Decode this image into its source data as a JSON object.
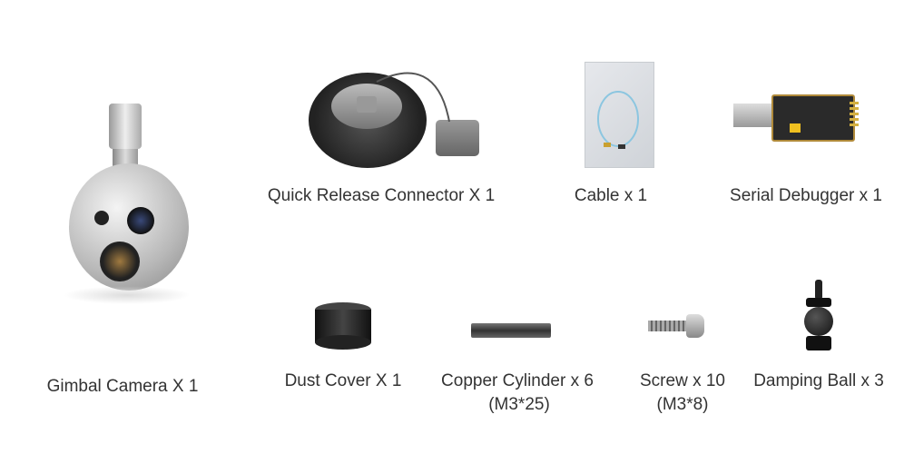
{
  "items": [
    {
      "label": "Gimbal Camera X 1"
    },
    {
      "label": "Quick Release Connector X 1"
    },
    {
      "label": "Cable x 1"
    },
    {
      "label": "Serial Debugger x 1"
    },
    {
      "label": "Dust Cover X 1"
    },
    {
      "label": "Copper Cylinder x 6",
      "spec": "(M3*25)"
    },
    {
      "label": "Screw x 10",
      "spec": "(M3*8)"
    },
    {
      "label": "Damping Ball x 3"
    }
  ]
}
